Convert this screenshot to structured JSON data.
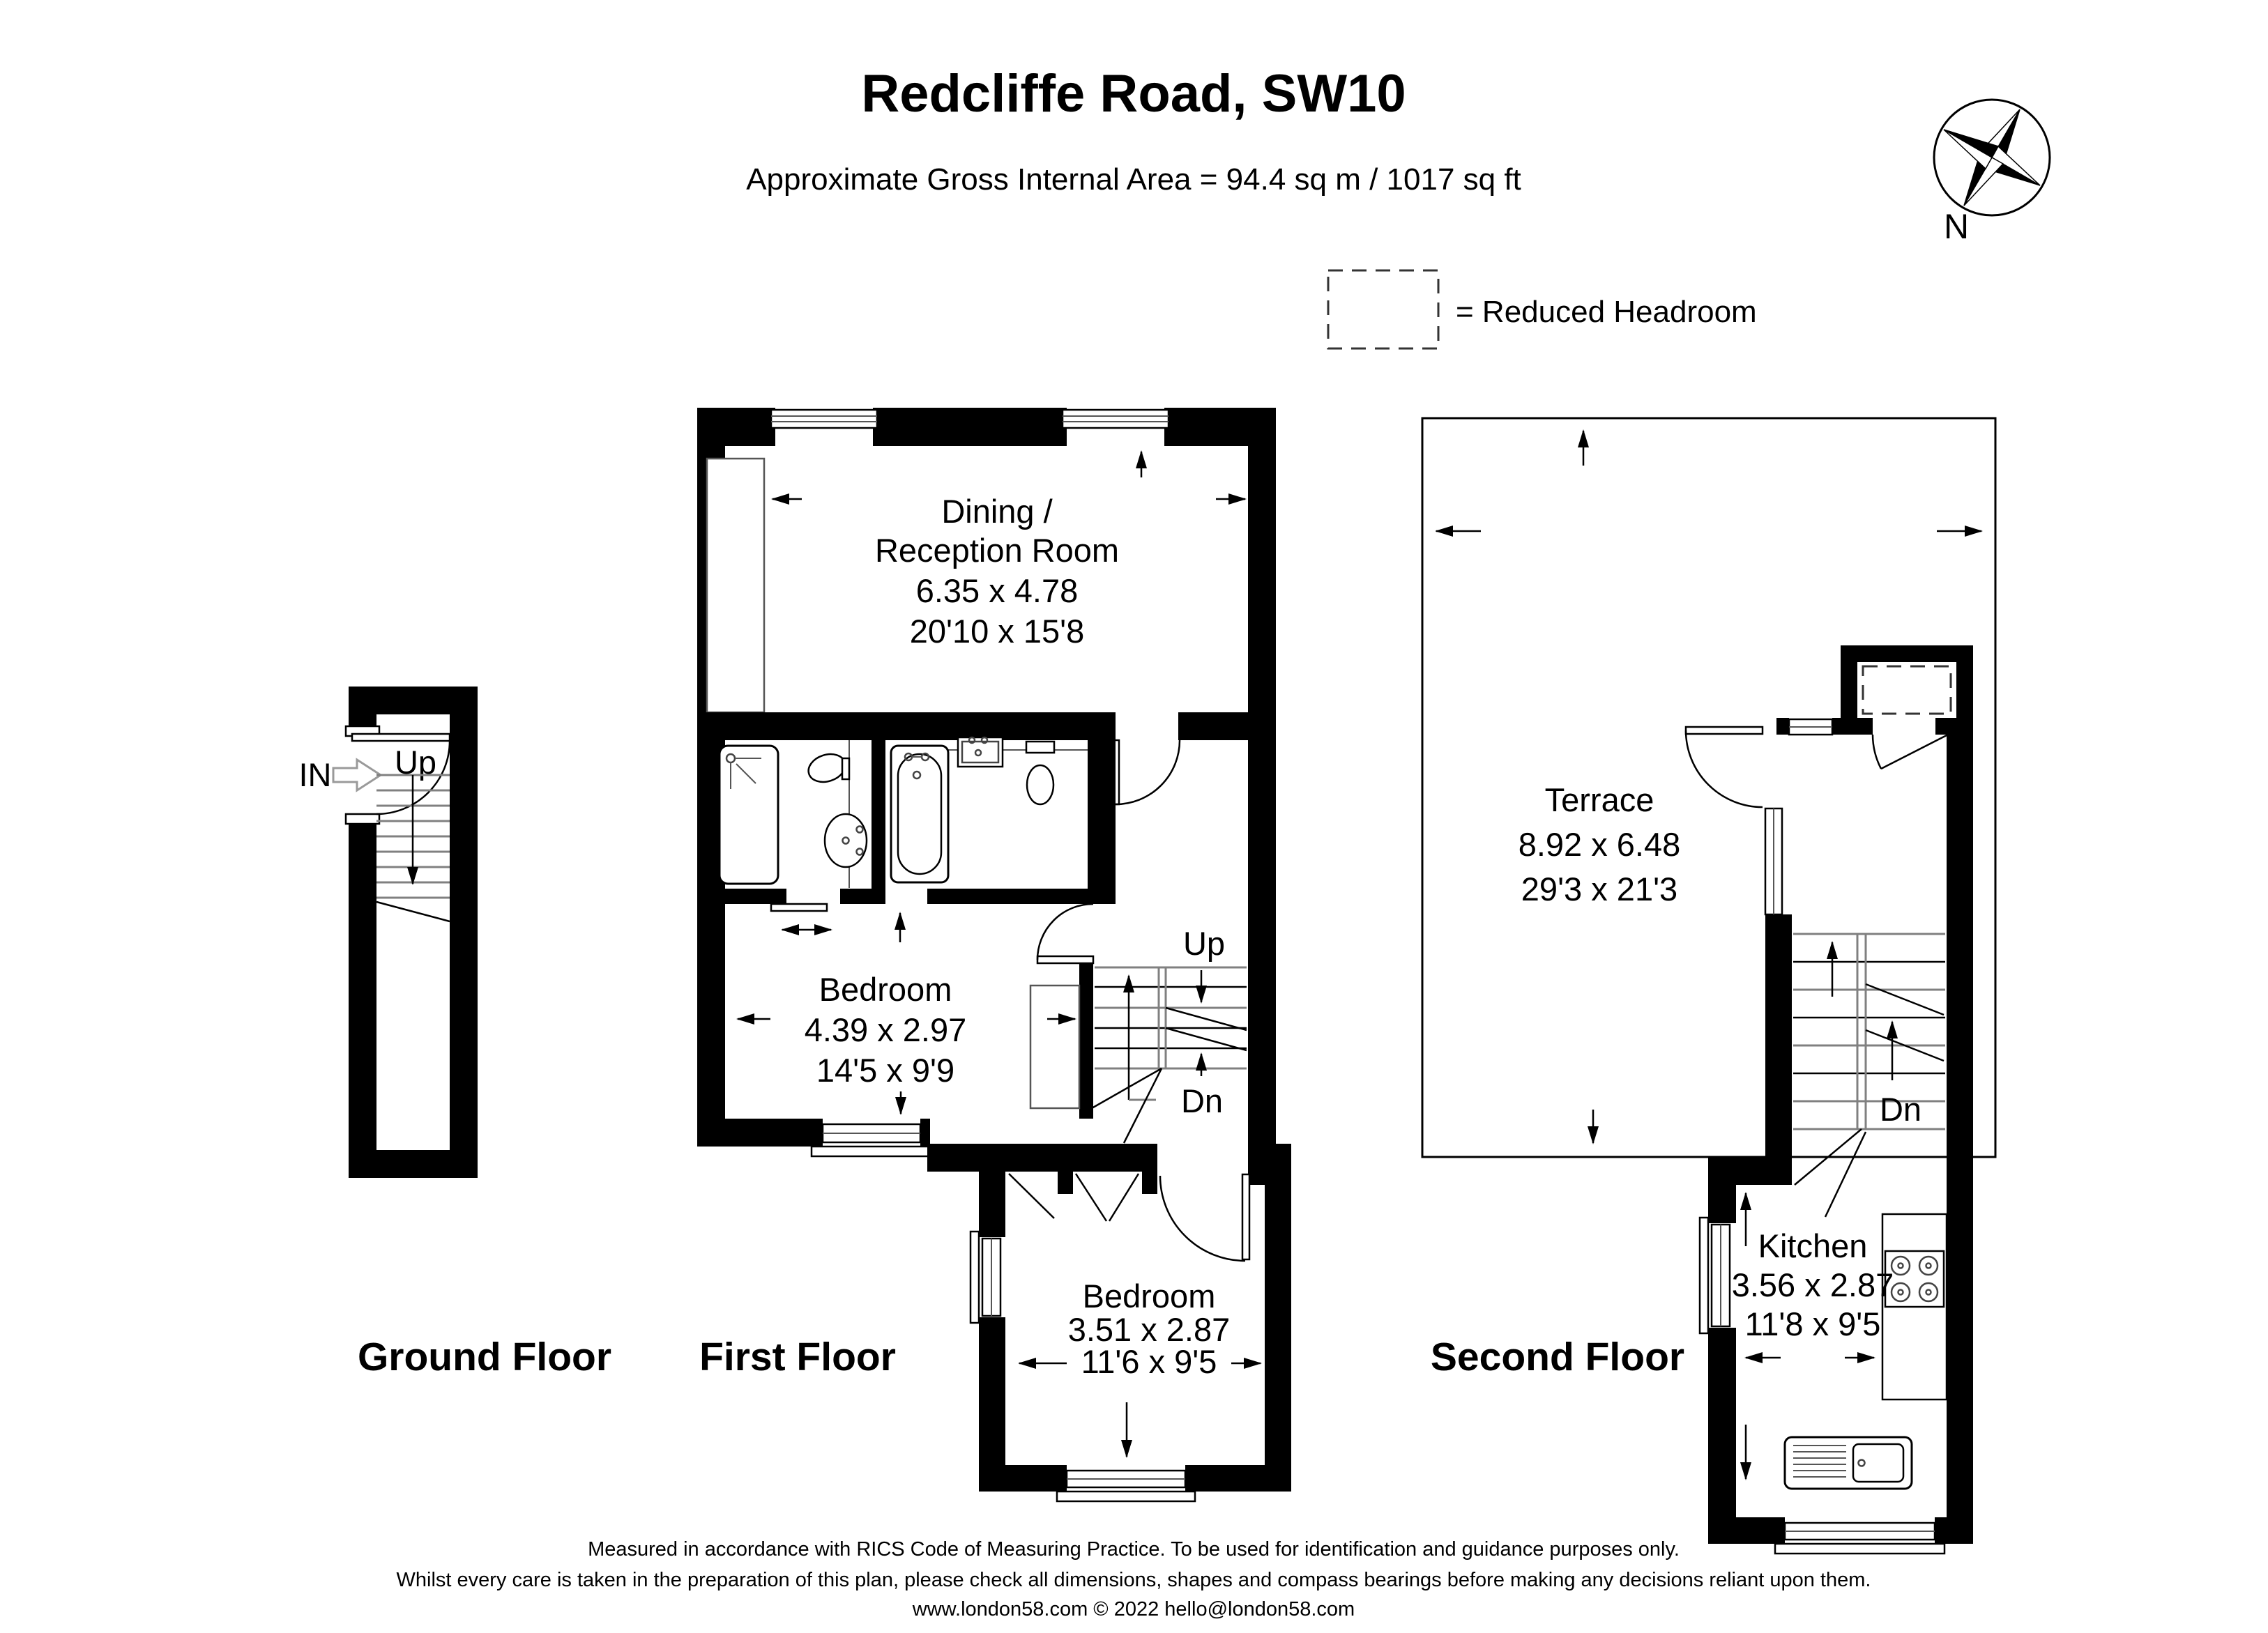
{
  "header": {
    "title": "Redcliffe Road, SW10",
    "subtitle": "Approximate Gross Internal Area = 94.4 sq m / 1017 sq ft"
  },
  "compass": {
    "north_label": "N"
  },
  "legend": {
    "reduced_headroom_label": "= Reduced Headroom"
  },
  "floors": {
    "ground": {
      "label": "Ground Floor",
      "entry_label": "IN",
      "stairs": {
        "up_label": "Up"
      }
    },
    "first": {
      "label": "First Floor",
      "dining": {
        "line1": "Dining /",
        "line2": "Reception Room",
        "metric": "6.35 x 4.78",
        "imperial": "20'10 x 15'8"
      },
      "bedroom_main": {
        "name": "Bedroom",
        "metric": "4.39 x 2.97",
        "imperial": "14'5 x 9'9"
      },
      "bedroom_second": {
        "name": "Bedroom",
        "metric": "3.51 x 2.87",
        "imperial": "11'6 x 9'5"
      },
      "stairs": {
        "up_label": "Up",
        "down_label": "Dn"
      }
    },
    "second": {
      "label": "Second Floor",
      "terrace": {
        "name": "Terrace",
        "metric": "8.92 x 6.48",
        "imperial": "29'3 x 21'3"
      },
      "kitchen": {
        "name": "Kitchen",
        "metric": "3.56 x 2.87",
        "imperial": "11'8 x 9'5"
      },
      "stairs": {
        "down_label": "Dn"
      }
    }
  },
  "footer": {
    "line1": "Measured in accordance with RICS Code of Measuring Practice. To be used for identification and guidance purposes only.",
    "line2": "Whilst every care is taken in the preparation of this plan, please check all dimensions, shapes and compass bearings before making any decisions reliant upon them.",
    "line3": "www.london58.com © 2022 hello@london58.com"
  }
}
